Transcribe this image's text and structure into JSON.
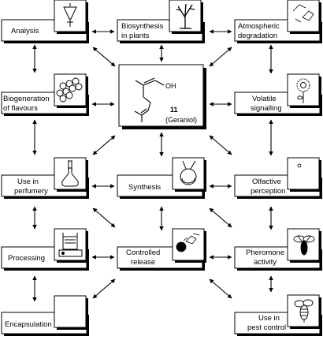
{
  "center": {
    "label_oh": "OH",
    "compound_number": "11",
    "compound_name": "(Geraniol)"
  },
  "boxes": {
    "analysis": [
      "Analysis"
    ],
    "biosynthesis": [
      "Biosynthesis",
      "in plants"
    ],
    "atmospheric": [
      "Atmospheric",
      "degradation"
    ],
    "biogeneration": [
      "Biogeneration",
      "of flavours"
    ],
    "volatile": [
      "Volatile",
      "signalling"
    ],
    "perfumery": [
      "Use in",
      "perfumery"
    ],
    "synthesis": [
      "Synthesis"
    ],
    "olfactive": [
      "Olfactive",
      "perception"
    ],
    "processing": [
      "Processing"
    ],
    "controlled": [
      "Controlled",
      "release"
    ],
    "pheromone": [
      "Pheromone",
      "activity"
    ],
    "encapsulation": [
      "Encapsulation"
    ],
    "pest": [
      "Use in",
      "pest control"
    ]
  }
}
